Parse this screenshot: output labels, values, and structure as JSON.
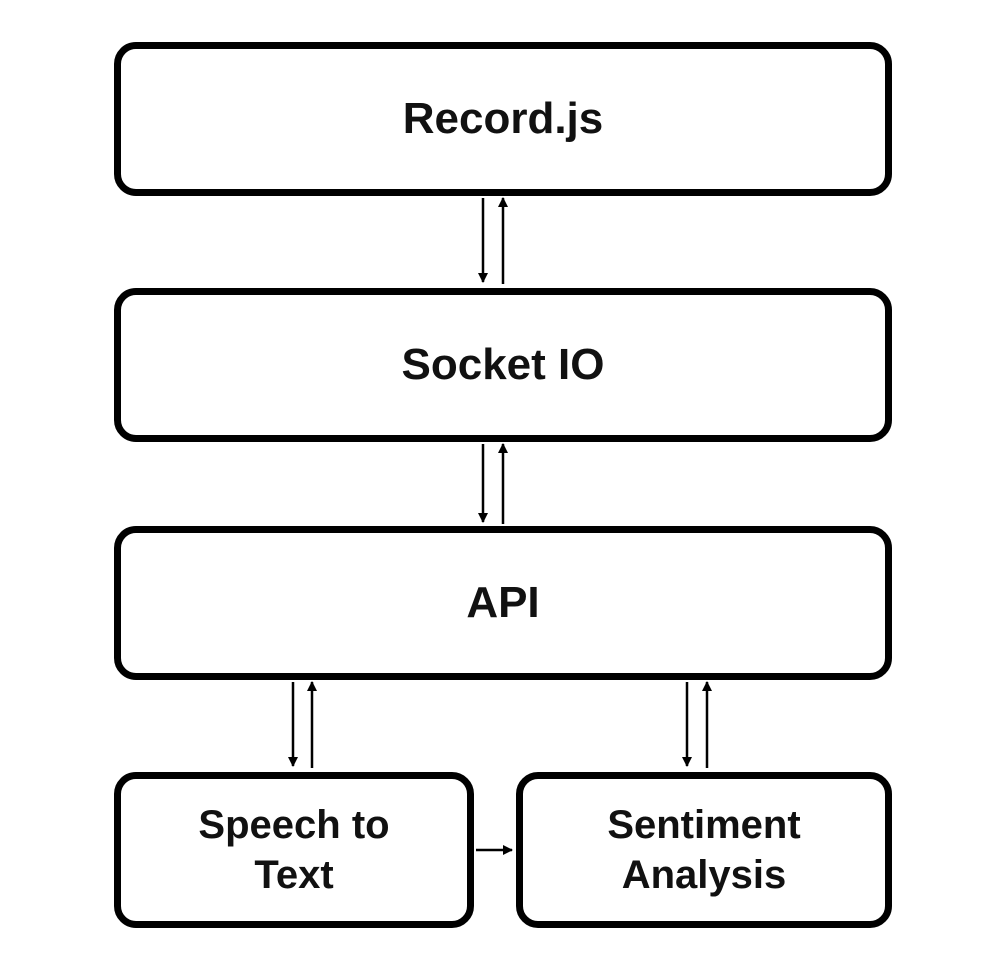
{
  "diagram": {
    "nodes": {
      "record": {
        "label": "Record.js"
      },
      "socket": {
        "label": "Socket IO"
      },
      "api": {
        "label": "API"
      },
      "speech_to_text": {
        "line1": "Speech to",
        "line2": "Text"
      },
      "sentiment_analysis": {
        "line1": "Sentiment",
        "line2": "Analysis"
      }
    },
    "edges": [
      {
        "from": "Record.js",
        "to": "Socket IO",
        "direction": "bidirectional"
      },
      {
        "from": "Socket IO",
        "to": "API",
        "direction": "bidirectional"
      },
      {
        "from": "API",
        "to": "Speech to Text",
        "direction": "bidirectional"
      },
      {
        "from": "API",
        "to": "Sentiment Analysis",
        "direction": "bidirectional"
      },
      {
        "from": "Speech to Text",
        "to": "Sentiment Analysis",
        "direction": "one-way"
      }
    ],
    "colors": {
      "stroke": "#000000",
      "text": "#111111",
      "background": "#ffffff"
    }
  }
}
